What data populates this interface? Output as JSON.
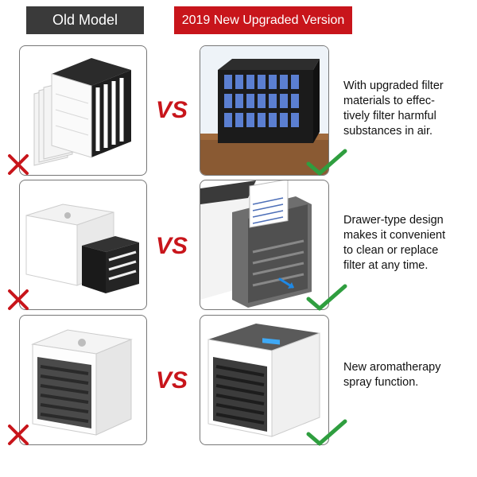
{
  "header": {
    "old_label": "Old Model",
    "new_label": "2019 New Upgraded Version"
  },
  "vs_label": "VS",
  "rows": [
    {
      "old_image": "old-filter-cartridge",
      "new_image": "upgraded-filter-cartridge",
      "description_lines": [
        "With upgraded filter",
        "materials to effec-",
        "tively filter harmful",
        "substances in air."
      ]
    },
    {
      "old_image": "old-cooler-with-drawer",
      "new_image": "drawer-type-filter",
      "description_lines": [
        "Drawer-type design",
        "makes it convenient",
        "to clean or replace",
        "filter at any time."
      ]
    },
    {
      "old_image": "old-cooler-front",
      "new_image": "new-cooler-with-aroma",
      "description_lines": [
        "New aromatherapy",
        "spray function."
      ]
    }
  ],
  "colors": {
    "red": "#c8151b",
    "green": "#2f9e3f",
    "dark": "#3a3a3a"
  }
}
